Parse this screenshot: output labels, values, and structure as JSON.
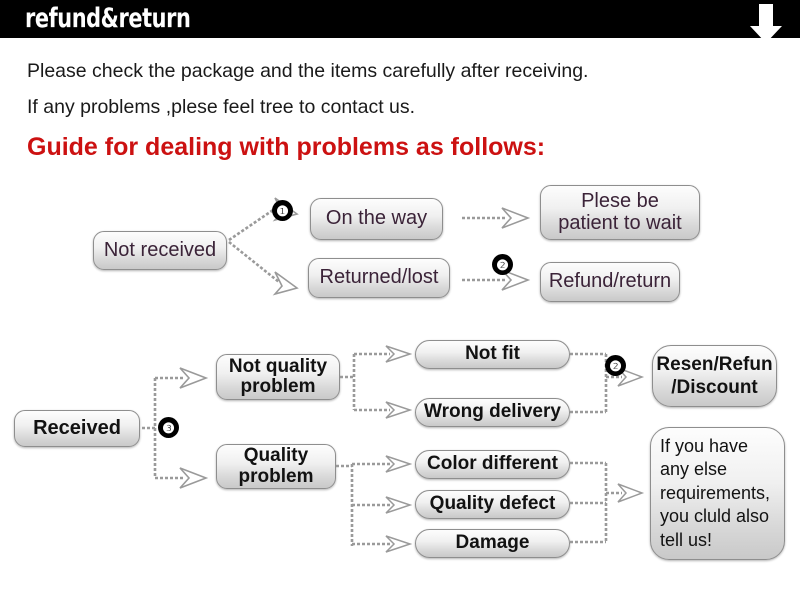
{
  "header": {
    "title": "refund&return",
    "arrow_icon": "down-arrow-icon"
  },
  "intro": {
    "line1": "Please check the package and the items carefully after receiving.",
    "line2": "If any problems ,plese feel tree to contact us.",
    "guide_title": "Guide for dealing with problems as follows:"
  },
  "colors": {
    "header_bg": "#000000",
    "header_text": "#ffffff",
    "guide_red": "#cc1111",
    "node_text_upper": "#3b2338",
    "node_text_lower": "#121212",
    "node_border": "#8e8e8e",
    "connector": "#9a9a9a",
    "badge_bg": "#000000"
  },
  "flow_upper": {
    "root": "Not received",
    "branches": [
      {
        "badge": "❶",
        "step": "On the way",
        "result": "Plese be\npatient to wait"
      },
      {
        "badge": "❷",
        "step": "Returned/lost",
        "result": "Refund/return"
      }
    ]
  },
  "flow_lower": {
    "root": "Received",
    "root_badge": "❸",
    "categories": [
      {
        "label": "Not quality\nproblem",
        "issues": [
          "Not fit",
          "Wrong delivery"
        ]
      },
      {
        "label": "Quality\nproblem",
        "issues": [
          "Color different",
          "Quality defect",
          "Damage"
        ]
      }
    ],
    "outcome_badge": "❷",
    "outcomes": [
      "Resen/Refun\n/Discount",
      "If you have\nany else\nrequirements,\nyou cluld also\ntell us!"
    ]
  }
}
